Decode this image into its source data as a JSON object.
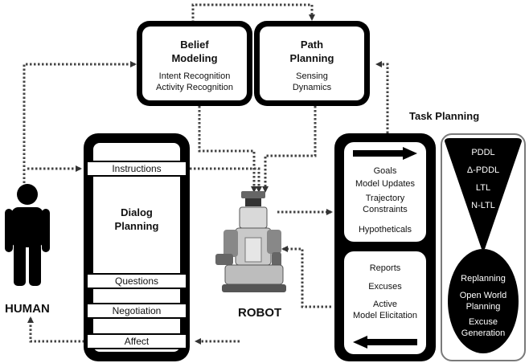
{
  "belief": {
    "title": "Belief\nModeling",
    "items": [
      "Intent Recognition",
      "Activity Recognition"
    ]
  },
  "path": {
    "title": "Path\nPlanning",
    "items": [
      "Sensing",
      "Dynamics"
    ]
  },
  "task_planning_label": "Task Planning",
  "task_top": {
    "items": [
      "Goals",
      "Model Updates",
      "Trajectory\nConstraints",
      "Hypotheticals"
    ]
  },
  "task_bottom": {
    "items": [
      "Reports",
      "Excuses",
      "Active\nModel Elicitation"
    ]
  },
  "languages": [
    "PDDL",
    "Δ-PDDL",
    "LTL",
    "N-LTL"
  ],
  "ellipse_items": [
    "Replanning",
    "Open World\nPlanning",
    "Excuse\nGeneration"
  ],
  "dialog": {
    "title": "Dialog\nPlanning",
    "instructions": "Instructions",
    "questions": "Questions",
    "negotiation": "Negotiation",
    "affect": "Affect"
  },
  "human_label": "HUMAN",
  "robot_label": "ROBOT"
}
